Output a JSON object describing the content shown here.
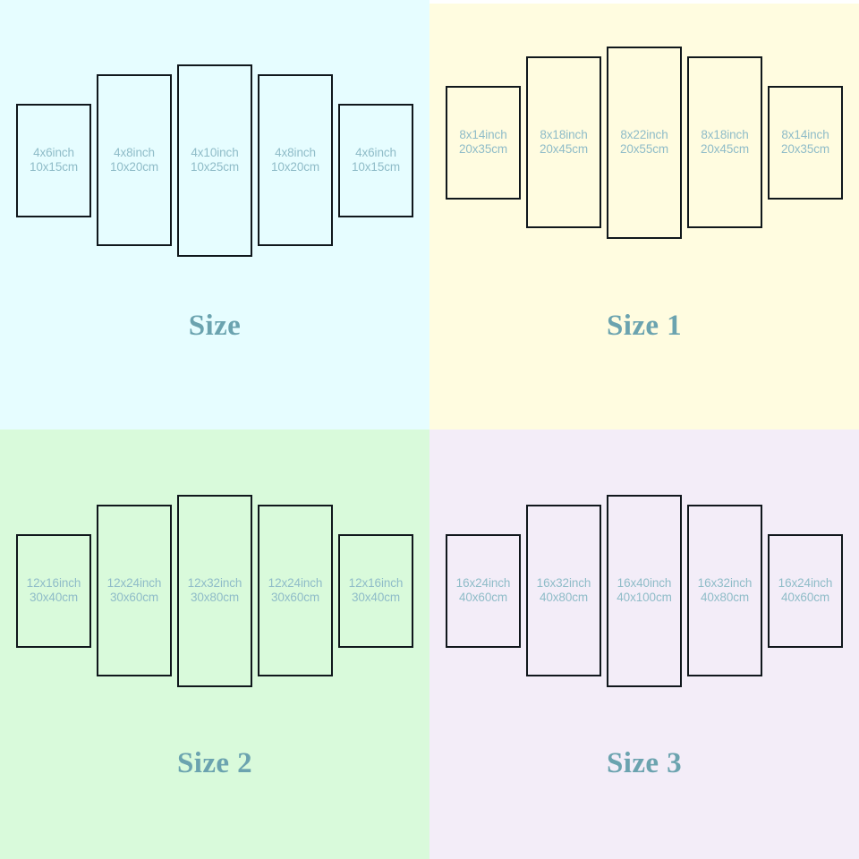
{
  "colors": {
    "panel_border": "#10171c",
    "label_text": "#8fbcc8",
    "title_text": "#6ba3af",
    "bg_size": "#e6fdff",
    "bg_size1": "#fffce0",
    "bg_size2": "#d9fadb",
    "bg_size3": "#f3edf8"
  },
  "quadrants": [
    {
      "title": "Size",
      "panels": [
        {
          "inch": "4x6inch",
          "cm": "10x15cm"
        },
        {
          "inch": "4x8inch",
          "cm": "10x20cm"
        },
        {
          "inch": "4x10inch",
          "cm": "10x25cm"
        },
        {
          "inch": "4x8inch",
          "cm": "10x20cm"
        },
        {
          "inch": "4x6inch",
          "cm": "10x15cm"
        }
      ]
    },
    {
      "title": "Size 1",
      "panels": [
        {
          "inch": "8x14inch",
          "cm": "20x35cm"
        },
        {
          "inch": "8x18inch",
          "cm": "20x45cm"
        },
        {
          "inch": "8x22inch",
          "cm": "20x55cm"
        },
        {
          "inch": "8x18inch",
          "cm": "20x45cm"
        },
        {
          "inch": "8x14inch",
          "cm": "20x35cm"
        }
      ]
    },
    {
      "title": "Size 2",
      "panels": [
        {
          "inch": "12x16inch",
          "cm": "30x40cm"
        },
        {
          "inch": "12x24inch",
          "cm": "30x60cm"
        },
        {
          "inch": "12x32inch",
          "cm": "30x80cm"
        },
        {
          "inch": "12x24inch",
          "cm": "30x60cm"
        },
        {
          "inch": "12x16inch",
          "cm": "30x40cm"
        }
      ]
    },
    {
      "title": "Size 3",
      "panels": [
        {
          "inch": "16x24inch",
          "cm": "40x60cm"
        },
        {
          "inch": "16x32inch",
          "cm": "40x80cm"
        },
        {
          "inch": "16x40inch",
          "cm": "40x100cm"
        },
        {
          "inch": "16x32inch",
          "cm": "40x80cm"
        },
        {
          "inch": "16x24inch",
          "cm": "40x60cm"
        }
      ]
    }
  ]
}
